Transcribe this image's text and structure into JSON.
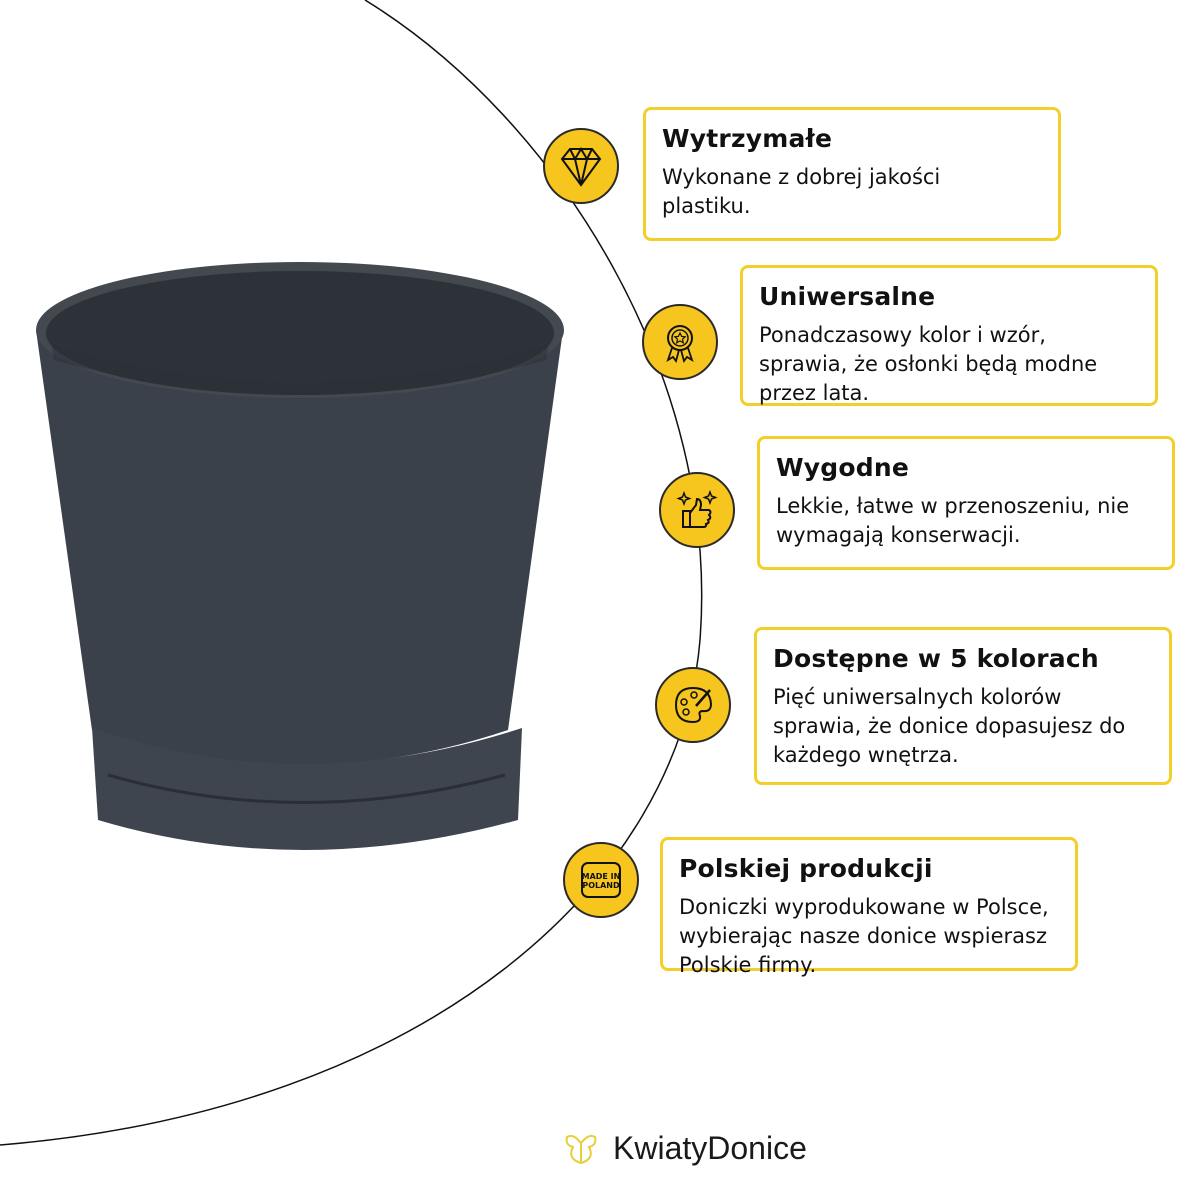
{
  "features": [
    {
      "title": "Wytrzymałe",
      "text": "Wykonane z dobrej jakości plastiku.",
      "icon": "diamond-icon"
    },
    {
      "title": "Uniwersalne",
      "text": "Ponadczasowy kolor i wzór, sprawia, że osłonki będą modne przez lata.",
      "icon": "award-medal-icon"
    },
    {
      "title": "Wygodne",
      "text": "Lekkie, łatwe w przenoszeniu, nie wymagają konserwacji.",
      "icon": "thumbs-up-sparkle-icon"
    },
    {
      "title": "Dostępne w 5 kolorach",
      "text": "Pięć uniwersalnych kolorów sprawia, że donice dopasujesz do każdego wnętrza.",
      "icon": "palette-icon"
    },
    {
      "title": "Polskiej produkcji",
      "text": "Doniczki wyprodukowane w Polsce, wybierając nasze donice wspierasz Polskie firmy.",
      "icon": "made-in-poland-icon",
      "badge": "MADE IN POLAND"
    }
  ],
  "brand": {
    "name": "KwiatyDonice"
  },
  "colors": {
    "accent": "#f6c51e",
    "pot": "#3a4049"
  }
}
